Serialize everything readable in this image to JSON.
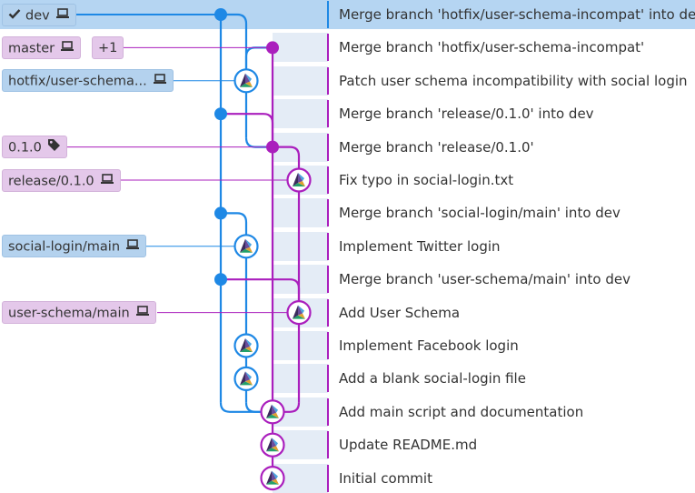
{
  "colors": {
    "branch_blue": "#1e88e5",
    "branch_purple": "#aa1fbd",
    "ref_blue_bg": "#b4d2ee",
    "ref_purple_bg": "#e4c8ea",
    "row_stripe": "#e4ecf6",
    "selected_row": "#b5d5f2"
  },
  "refs": {
    "dev": {
      "label": "dev",
      "icons": [
        "checkmark-icon",
        "laptop-icon"
      ]
    },
    "master": {
      "label": "master",
      "icons": [
        "laptop-icon"
      ]
    },
    "master_more": {
      "label": "+1"
    },
    "hotfix": {
      "label": "hotfix/user-schema...",
      "icons": [
        "laptop-icon"
      ]
    },
    "tag": {
      "label": "0.1.0",
      "icons": [
        "tag-icon"
      ]
    },
    "release": {
      "label": "release/0.1.0",
      "icons": [
        "laptop-icon"
      ]
    },
    "social_login": {
      "label": "social-login/main",
      "icons": [
        "laptop-icon"
      ]
    },
    "user_schema": {
      "label": "user-schema/main",
      "icons": [
        "laptop-icon"
      ]
    }
  },
  "commits": [
    {
      "message": "Merge branch 'hotfix/user-schema-incompat' into dev",
      "selected": true
    },
    {
      "message": "Merge branch 'hotfix/user-schema-incompat'"
    },
    {
      "message": "Patch user schema incompatibility with social login"
    },
    {
      "message": "Merge branch 'release/0.1.0' into dev"
    },
    {
      "message": "Merge branch 'release/0.1.0'"
    },
    {
      "message": "Fix typo in social-login.txt"
    },
    {
      "message": "Merge branch 'social-login/main' into dev"
    },
    {
      "message": "Implement Twitter login"
    },
    {
      "message": "Merge branch 'user-schema/main' into dev"
    },
    {
      "message": "Add User Schema"
    },
    {
      "message": "Implement Facebook login"
    },
    {
      "message": "Add a blank social-login file"
    },
    {
      "message": "Add main script and documentation"
    },
    {
      "message": "Update README.md"
    },
    {
      "message": "Initial commit"
    }
  ]
}
